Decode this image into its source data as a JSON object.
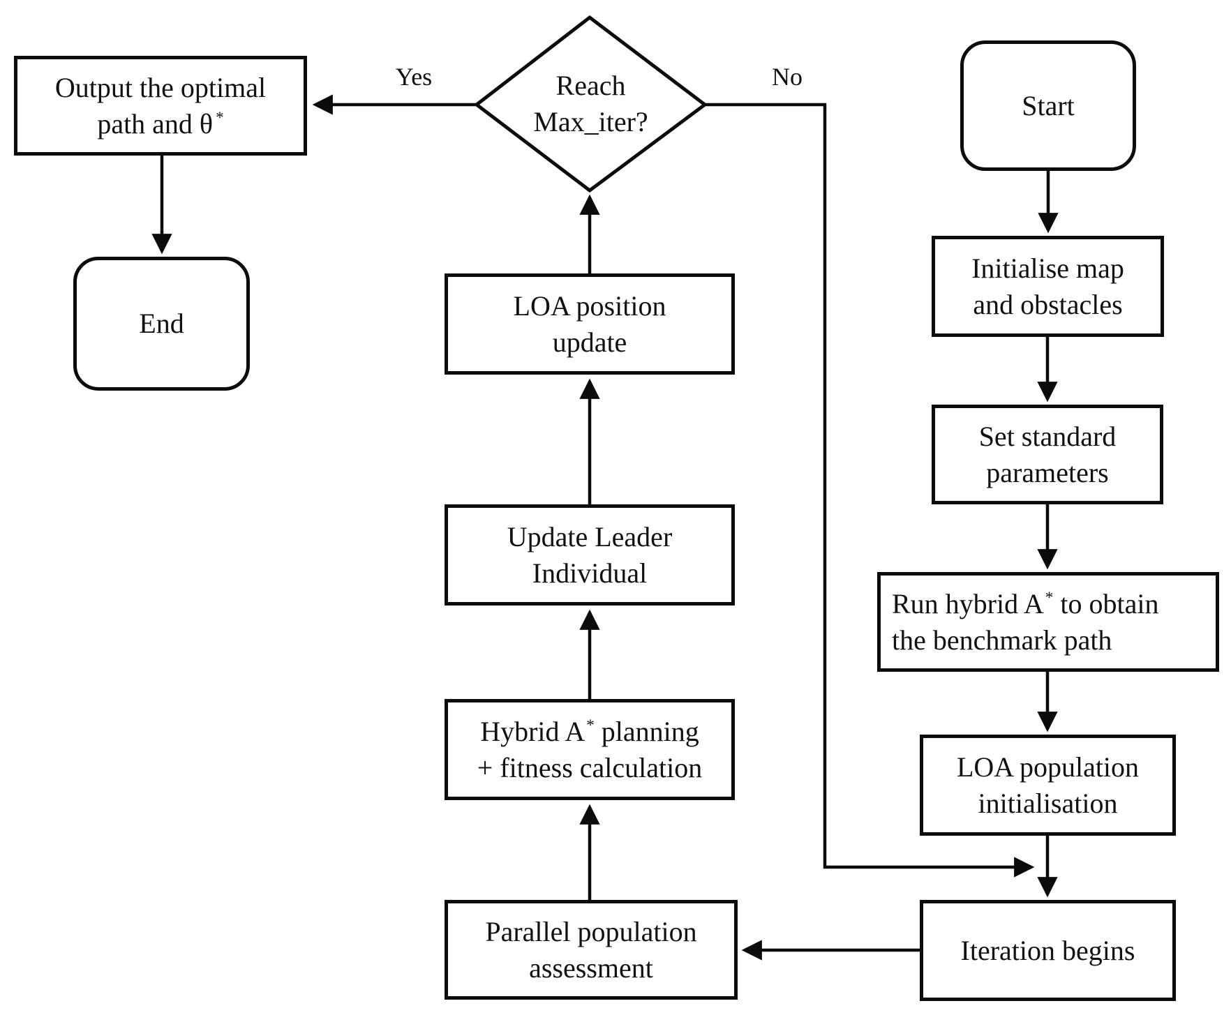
{
  "nodes": {
    "output": {
      "line1": "Output the optimal",
      "line2": "path and θ",
      "line2_sup": "*"
    },
    "end": {
      "label": "End"
    },
    "decision": {
      "line1": "Reach",
      "line2": "Max_iter?"
    },
    "loa_update": {
      "line1": "LOA position",
      "line2": "update"
    },
    "update_leader": {
      "line1": "Update Leader",
      "line2": "Individual"
    },
    "hybrid_fitness": {
      "line1_pre": "Hybrid A",
      "line1_sup": "*",
      "line1_post": " planning",
      "line2": "+ fitness calculation"
    },
    "parallel": {
      "line1": "Parallel population",
      "line2": "assessment"
    },
    "start": {
      "label": "Start"
    },
    "initialise": {
      "line1": "Initialise map",
      "line2": "and obstacles"
    },
    "set_params": {
      "line1": "Set standard",
      "line2": "parameters"
    },
    "run_hybrid": {
      "line1_pre": "Run hybrid A",
      "line1_sup": "*",
      "line1_post": " to obtain",
      "line2": "the benchmark path"
    },
    "loa_init": {
      "line1": "LOA population",
      "line2": "initialisation"
    },
    "iteration": {
      "label": "Iteration begins"
    }
  },
  "edge_labels": {
    "yes": "Yes",
    "no": "No"
  },
  "colors": {
    "stroke": "#0b0b0b",
    "background": "#ffffff",
    "text": "#111111"
  }
}
